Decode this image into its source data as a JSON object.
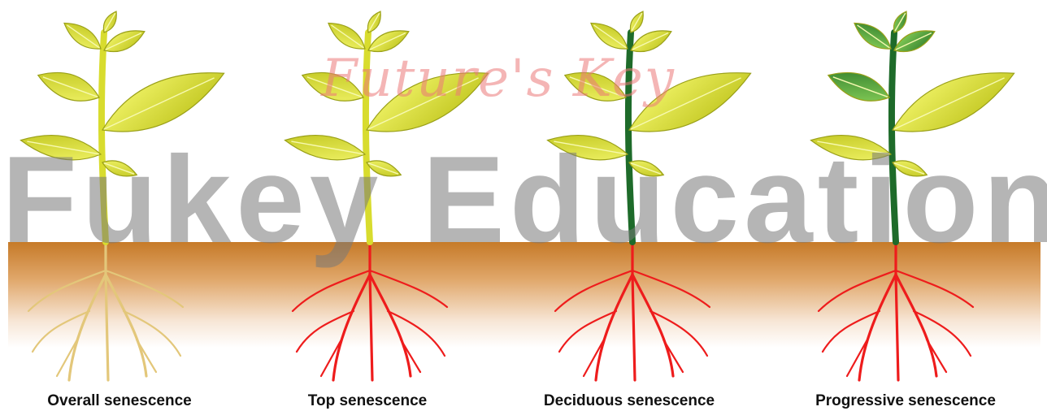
{
  "watermark": {
    "script_text": "Future's Key",
    "main_text": "Fukey Education"
  },
  "panels": [
    {
      "label": "Overall senescence",
      "stem_color": "yellow",
      "root_color": "tan"
    },
    {
      "label": "Top senescence",
      "stem_color": "yellow",
      "root_color": "red"
    },
    {
      "label": "Deciduous senescence",
      "stem_color": "green",
      "root_color": "red"
    },
    {
      "label": "Progressive senescence",
      "stem_color": "green",
      "root_color": "red"
    }
  ],
  "colors": {
    "leaf_yellow": "#e6ef3a",
    "leaf_green": "#5aa832",
    "stem_yellow": "#d8dc2e",
    "stem_green": "#1e6b2a",
    "root_red": "#ee1c1c",
    "root_tan": "#e3c77a",
    "soil_top": "#c77d2a",
    "soil_fade": "#ffffff",
    "watermark_red": "#eb7878",
    "watermark_gray": "#787878"
  }
}
